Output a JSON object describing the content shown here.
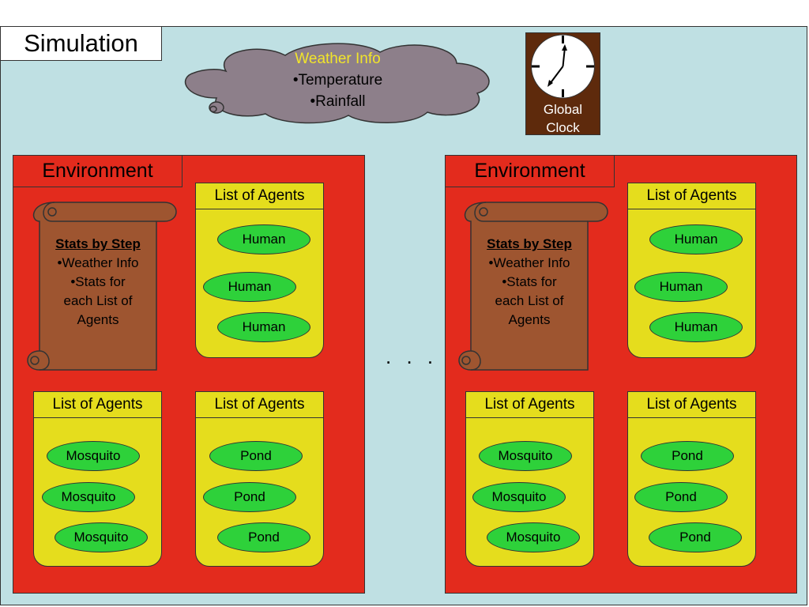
{
  "simulation": {
    "title": "Simulation"
  },
  "weather": {
    "title": "Weather Info",
    "items": [
      "•Temperature",
      "•Rainfall"
    ]
  },
  "clock": {
    "label_line1": "Global",
    "label_line2": "Clock"
  },
  "ellipsis": ". . .",
  "colors": {
    "background": "#bfe0e3",
    "environment": "#e32b1d",
    "list": "#e5dd1d",
    "agent": "#2ed13a",
    "scroll": "#9e5530",
    "clock": "#5e2a0c",
    "cloud": "#8d7f8a",
    "weather_title": "#f2e52a"
  },
  "environments": [
    {
      "title": "Environment",
      "stats": {
        "title": "Stats by Step",
        "lines": [
          "•Weather Info",
          "•Stats for",
          "each List of",
          "Agents"
        ]
      },
      "lists": [
        {
          "header": "List of Agents",
          "agents": [
            "Human",
            "Human",
            "Human"
          ]
        },
        {
          "header": "List of Agents",
          "agents": [
            "Mosquito",
            "Mosquito",
            "Mosquito"
          ]
        },
        {
          "header": "List of Agents",
          "agents": [
            "Pond",
            "Pond",
            "Pond"
          ]
        }
      ]
    },
    {
      "title": "Environment",
      "stats": {
        "title": "Stats by Step",
        "lines": [
          "•Weather Info",
          "•Stats for",
          "each List of",
          "Agents"
        ]
      },
      "lists": [
        {
          "header": "List of Agents",
          "agents": [
            "Human",
            "Human",
            "Human"
          ]
        },
        {
          "header": "List of Agents",
          "agents": [
            "Mosquito",
            "Mosquito",
            "Mosquito"
          ]
        },
        {
          "header": "List of Agents",
          "agents": [
            "Pond",
            "Pond",
            "Pond"
          ]
        }
      ]
    }
  ]
}
